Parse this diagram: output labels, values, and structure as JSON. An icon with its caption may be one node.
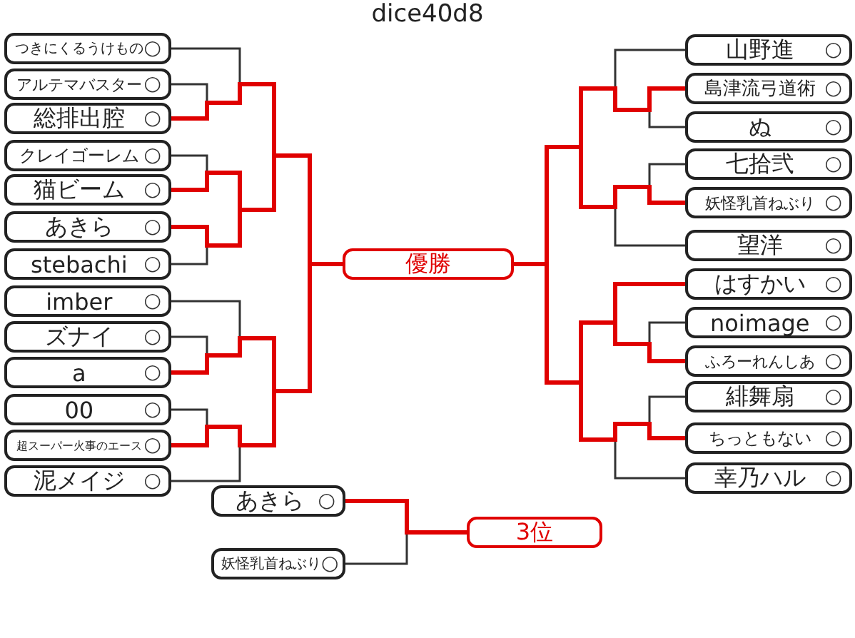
{
  "diagram": {
    "title": "dice40d8",
    "nodes": [
      {
        "text": [
          "つきにくるうけもの",
          "○"
        ]
      },
      {
        "text": [
          "アルテマバスター",
          "○"
        ]
      },
      {
        "text": [
          "総排出腔",
          "○"
        ]
      },
      {
        "text": [
          "クレイゴーレム",
          "○"
        ]
      },
      {
        "text": [
          "猫ビーム",
          "○"
        ]
      },
      {
        "text": [
          "あきら",
          "○"
        ]
      },
      {
        "text": [
          "stebachi",
          "○"
        ]
      },
      {
        "text": [
          "imber",
          "○"
        ]
      },
      {
        "text": [
          "ズナイ",
          "○"
        ]
      },
      {
        "text": [
          "a",
          "○"
        ]
      },
      {
        "text": [
          "00",
          "○"
        ]
      },
      {
        "text": [
          "超スーパー火事のエース",
          "○"
        ]
      },
      {
        "text": [
          "泥メイジ",
          "○"
        ]
      },
      {
        "text": [
          "優勝"
        ]
      },
      {
        "text": [
          "山野進",
          "○"
        ]
      },
      {
        "text": [
          "島津流弓道術",
          "○"
        ]
      },
      {
        "text": [
          "ぬ",
          "○"
        ]
      },
      {
        "text": [
          "七拾弐",
          "○"
        ]
      },
      {
        "text": [
          "妖怪乳首ねぶり",
          "○"
        ]
      },
      {
        "text": [
          "望洋",
          "○"
        ]
      },
      {
        "text": [
          "はすかい",
          "○"
        ]
      },
      {
        "text": [
          "noimage",
          "○"
        ]
      },
      {
        "text": [
          "ふろーれんしあ",
          "○"
        ]
      },
      {
        "text": [
          "緋舞扇",
          "○"
        ]
      },
      {
        "text": [
          "ちっともない",
          "○"
        ]
      },
      {
        "text": [
          "幸乃ハル",
          "○"
        ]
      },
      {
        "text": [
          "あきら",
          "○"
        ]
      },
      {
        "text": [
          "妖怪乳首ねぶり",
          "○"
        ]
      },
      {
        "text": [
          "3位"
        ]
      }
    ],
    "edges": [
      {
        "from": 0,
        "to": 13,
        "arrow": "none"
      },
      {
        "from": 1,
        "to": 13,
        "arrow": "none"
      },
      {
        "from": 2,
        "to": 13,
        "arrow": "none",
        "style": "thick",
        "color": "#e00000"
      },
      {
        "from": 3,
        "to": 13,
        "arrow": "none"
      },
      {
        "from": 4,
        "to": 13,
        "arrow": "none",
        "style": "thick",
        "color": "#e00000"
      },
      {
        "from": 5,
        "to": 13,
        "arrow": "none",
        "style": "thick",
        "color": "#e00000"
      },
      {
        "from": 6,
        "to": 13,
        "arrow": "none"
      },
      {
        "from": 7,
        "to": 13,
        "arrow": "none"
      },
      {
        "from": 8,
        "to": 13,
        "arrow": "none"
      },
      {
        "from": 9,
        "to": 13,
        "arrow": "none",
        "style": "thick",
        "color": "#e00000"
      },
      {
        "from": 10,
        "to": 13,
        "arrow": "none"
      },
      {
        "from": 11,
        "to": 13,
        "arrow": "none",
        "style": "thick",
        "color": "#e00000"
      },
      {
        "from": 12,
        "to": 13,
        "arrow": "none"
      },
      {
        "from": 14,
        "to": 13,
        "arrow": "none"
      },
      {
        "from": 15,
        "to": 13,
        "arrow": "none",
        "style": "thick",
        "color": "#e00000"
      },
      {
        "from": 16,
        "to": 13,
        "arrow": "none"
      },
      {
        "from": 17,
        "to": 13,
        "arrow": "none"
      },
      {
        "from": 18,
        "to": 13,
        "arrow": "none",
        "style": "thick",
        "color": "#e00000"
      },
      {
        "from": 19,
        "to": 13,
        "arrow": "none"
      },
      {
        "from": 20,
        "to": 13,
        "arrow": "none",
        "style": "thick",
        "color": "#e00000"
      },
      {
        "from": 21,
        "to": 13,
        "arrow": "none"
      },
      {
        "from": 22,
        "to": 13,
        "arrow": "none",
        "style": "thick",
        "color": "#e00000"
      },
      {
        "from": 23,
        "to": 13,
        "arrow": "none"
      },
      {
        "from": 24,
        "to": 13,
        "arrow": "none",
        "style": "thick",
        "color": "#e00000"
      },
      {
        "from": 25,
        "to": 13,
        "arrow": "none"
      },
      {
        "from": 26,
        "to": 28,
        "arrow": "none",
        "style": "thick",
        "color": "#e00000"
      },
      {
        "from": 27,
        "to": 28,
        "arrow": "none"
      }
    ]
  }
}
